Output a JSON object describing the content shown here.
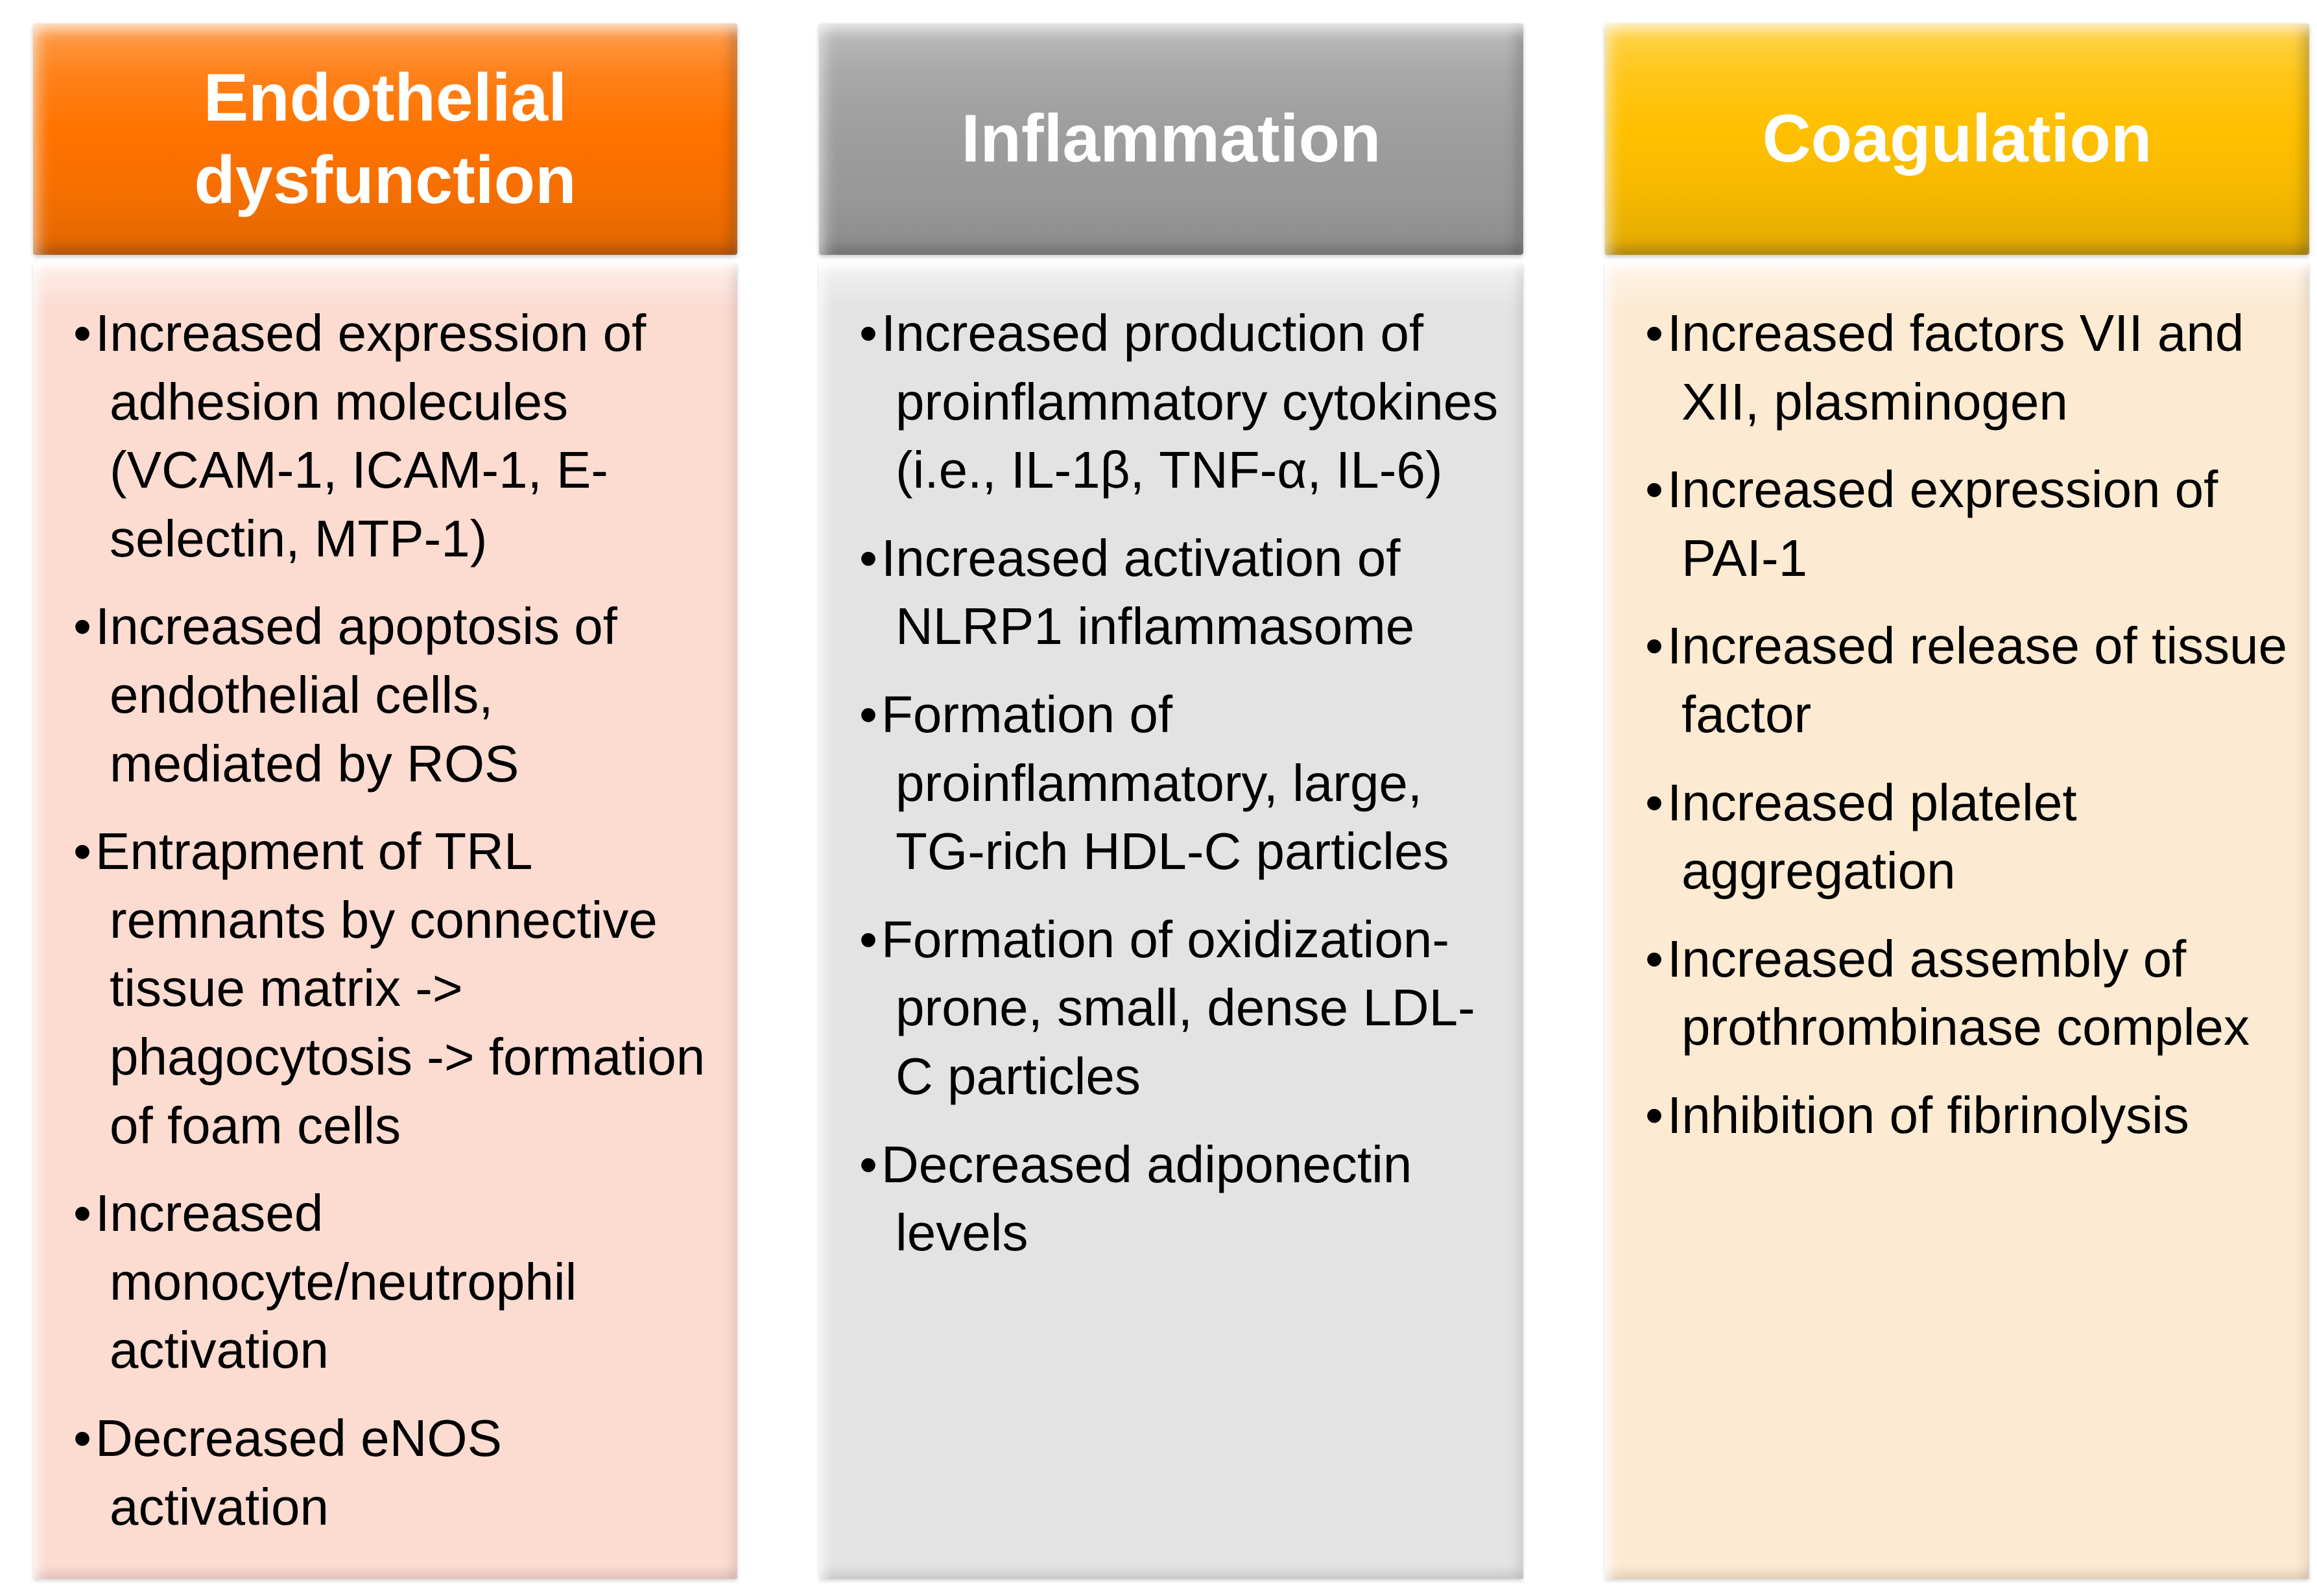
{
  "page": {
    "background_color": "#ffffff",
    "text_color": "#000000",
    "bullet_char": "•"
  },
  "columns": [
    {
      "id": "endothelial-dysfunction",
      "header": "Endothelial dysfunction",
      "header_color": "#ff7300",
      "header_text_color": "#ffffff",
      "body_color": "#fcdbd1",
      "bullets": [
        "Increased expression of adhesion molecules (VCAM-1, ICAM-1, E-selectin, MTP-1)",
        "Increased apoptosis of endothelial cells, mediated by ROS",
        "Entrapment of TRL remnants by connective tissue matrix -> phagocytosis -> formation of foam cells",
        "Increased monocyte/neutrophil activation",
        "Decreased eNOS activation"
      ]
    },
    {
      "id": "inflammation",
      "header": "Inflammation",
      "header_color": "#9e9e9e",
      "header_text_color": "#ffffff",
      "body_color": "#e3e3e3",
      "bullets": [
        "Increased production of proinflammatory cytokines (i.e., IL-1β, TNF-α, IL-6)",
        "Increased activation of NLRP1 inflammasome",
        "Formation of proinflammatory, large, TG-rich HDL-C particles",
        "Formation of oxidization-prone, small, dense LDL-C particles",
        "Decreased adiponectin levels"
      ]
    },
    {
      "id": "coagulation",
      "header": "Coagulation",
      "header_color": "#ffc000",
      "header_text_color": "#ffffff",
      "body_color": "#fdead2",
      "bullets": [
        "Increased factors VII and XII, plasminogen",
        "Increased expression of PAI-1",
        "Increased release of tissue factor",
        "Increased platelet aggregation",
        "Increased assembly of prothrombinase complex",
        "Inhibition of fibrinolysis"
      ]
    }
  ]
}
